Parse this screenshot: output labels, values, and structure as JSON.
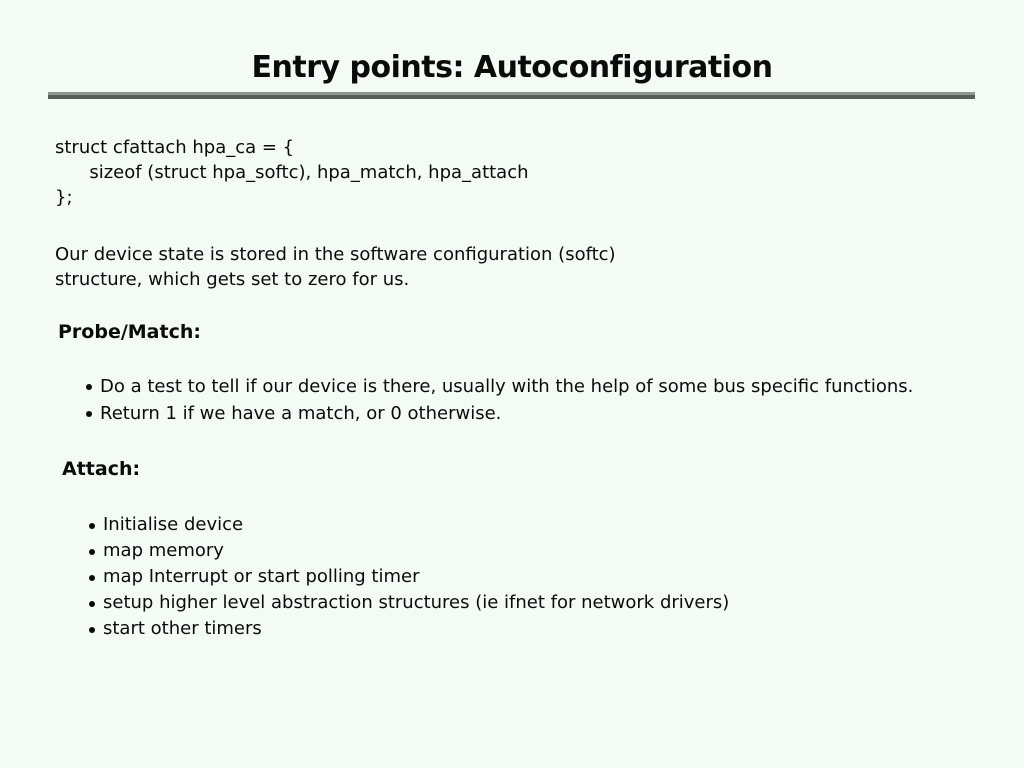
{
  "slide": {
    "title": "Entry points: Autoconfiguration",
    "background_color": "#f4faf4",
    "text_color": "#0b0b0b",
    "divider": {
      "highlight_color": "#8f978f",
      "shadow_color": "#575e57"
    },
    "code_lines": [
      "struct cfattach hpa_ca = {",
      "      sizeof (struct hpa_softc), hpa_match, hpa_attach",
      "};"
    ],
    "intro": "Our device state is stored in the software configuration (softc)\nstructure, which gets set to zero for us."
  },
  "sections": [
    {
      "heading": "Probe/Match:",
      "bullets": [
        "Do a test to tell if our device is there, usually with the help of some bus specific functions.",
        "Return 1 if we have a match, or 0 otherwise."
      ]
    },
    {
      "heading": "Attach:",
      "bullets": [
        "Initialise device",
        "map memory",
        "map Interrupt or start polling timer",
        "setup higher level abstraction structures (ie ifnet for network drivers)",
        "start other timers"
      ]
    }
  ]
}
